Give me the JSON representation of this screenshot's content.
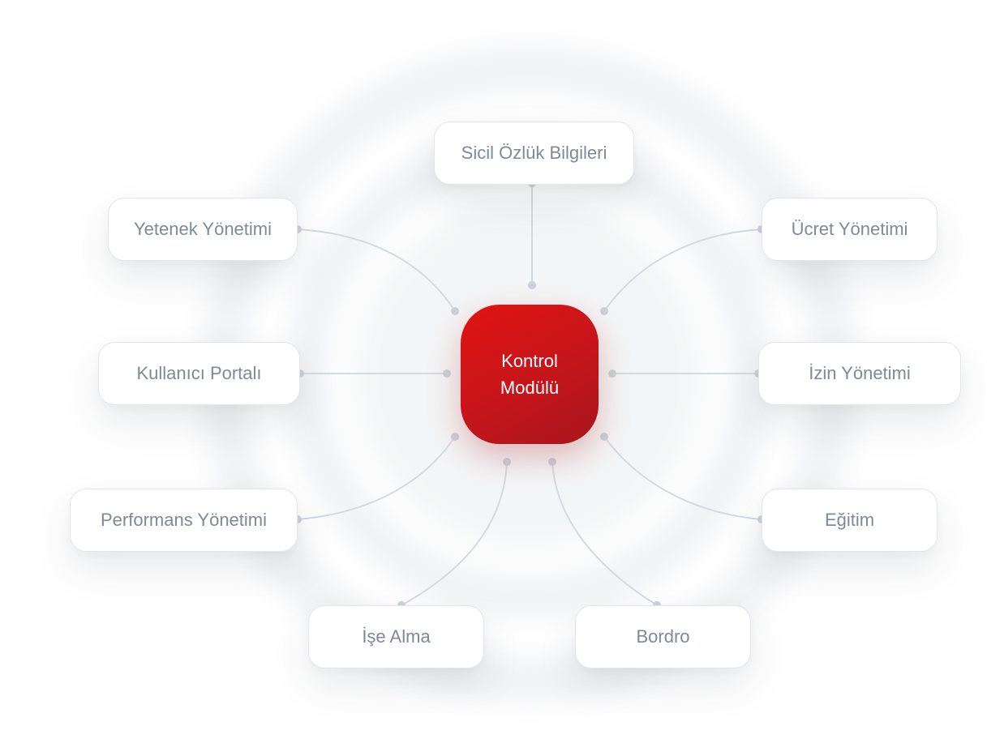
{
  "center": {
    "line1": "Kontrol",
    "line2": "Modülü"
  },
  "modules": {
    "sicil": "Sicil Özlük Bilgileri",
    "yetenek": "Yetenek Yönetimi",
    "ucret": "Ücret Yönetimi",
    "kullanici": "Kullanıcı Portalı",
    "izin": "İzin Yönetimi",
    "performans": "Performans Yönetimi",
    "egitim": "Eğitim",
    "ise_alma": "İşe Alma",
    "bordro": "Bordro"
  },
  "colors": {
    "core_top": "#e01410",
    "core_bottom": "#a7151d",
    "node_text": "#7d8a98",
    "connector": "#d5dae0",
    "dot": "#ccd2d9"
  }
}
